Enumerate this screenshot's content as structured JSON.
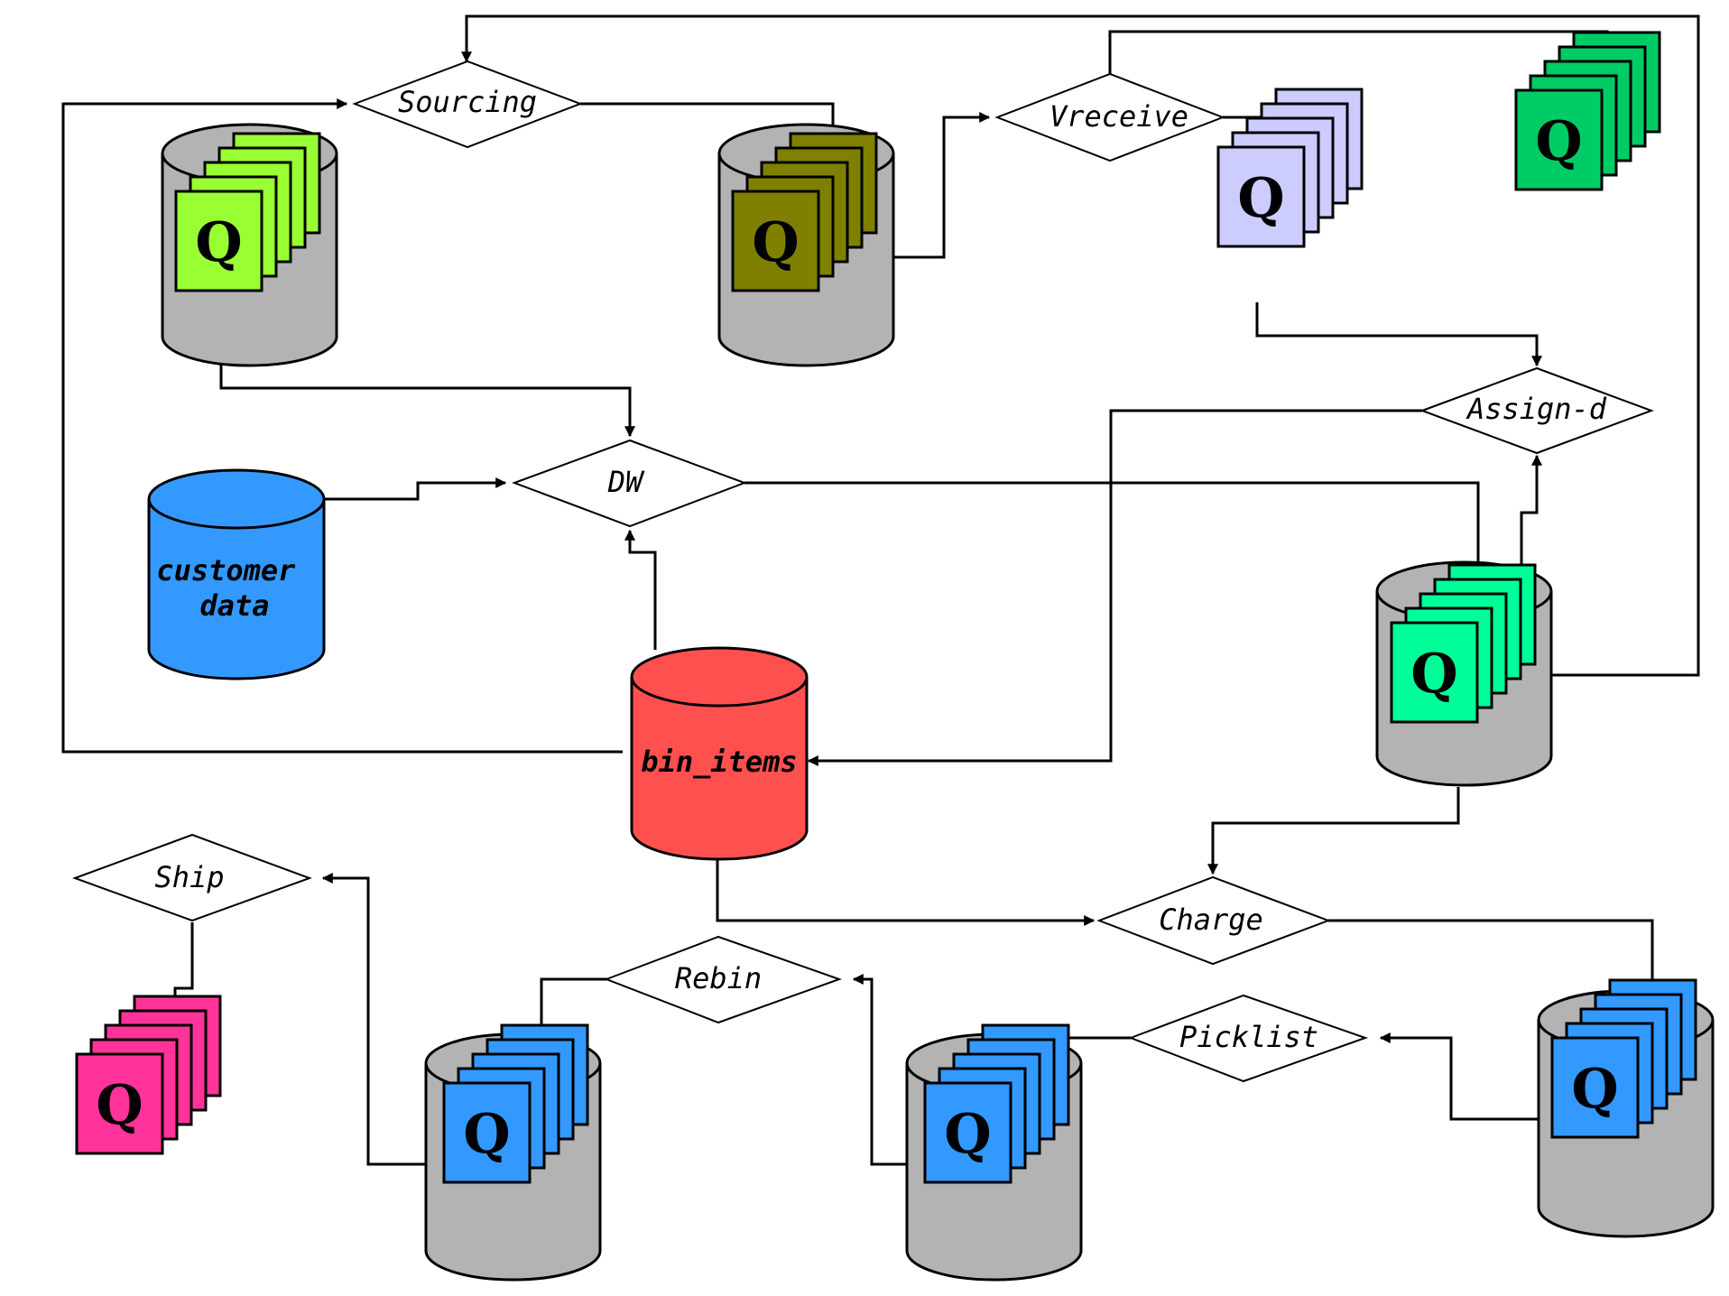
{
  "processes": {
    "sourcing": "Sourcing",
    "vreceive": "Vreceive",
    "dw": "DW",
    "assign_d": "Assign-d",
    "charge": "Charge",
    "ship": "Ship",
    "rebin": "Rebin",
    "picklist": "Picklist"
  },
  "databases": {
    "customer_data": [
      "customer",
      "data"
    ],
    "bin_items": "bin_items"
  },
  "queue_label": "Q",
  "colors": {
    "green_light": "#99ff33",
    "olive": "#808000",
    "lavender": "#ccccff",
    "green_dark": "#00cc66",
    "green_mint": "#00ff99",
    "blue": "#3399ff",
    "pink": "#ff3399",
    "cyl_gray": "#b3b3b3",
    "customer_blue": "#3399ff",
    "bin_red": "#ff5050"
  }
}
